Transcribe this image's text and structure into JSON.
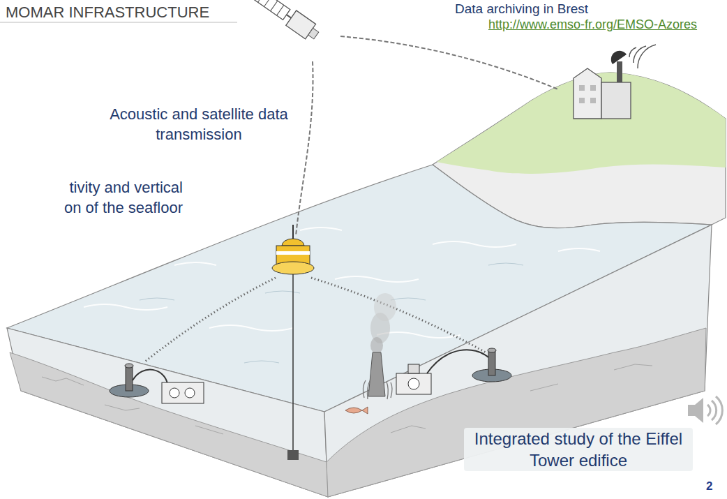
{
  "diagram": {
    "title": "MOMAR INFRASTRUCTURE",
    "labels": [
      "Data archiving in Brest",
      "http://www.emso-fr.org/EMSO-Azores",
      "Acoustic and satellite data transmission",
      "tivity and vertical on of the seafloor",
      "Integrated study of the Eiffel Tower edifice",
      "2"
    ]
  }
}
